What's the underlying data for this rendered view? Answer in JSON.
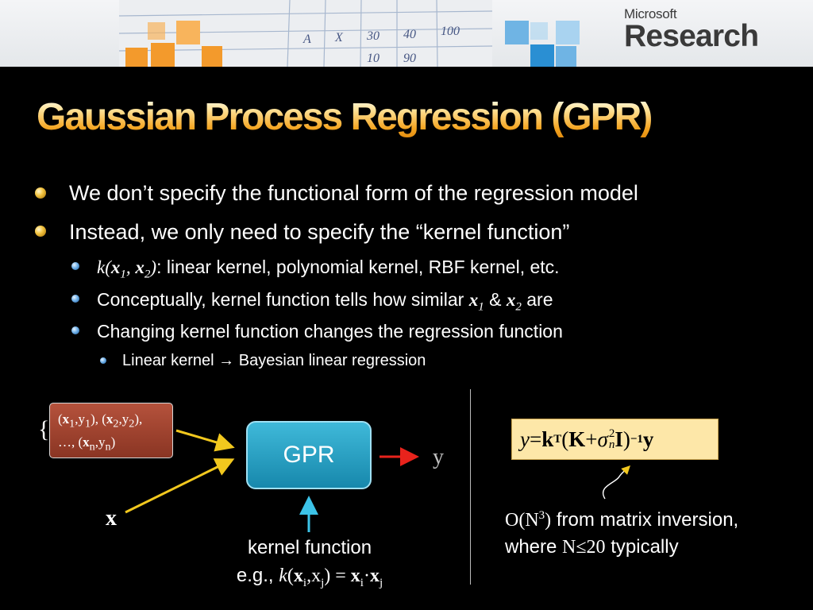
{
  "banner": {
    "logo_top": "Microsoft",
    "logo_bottom": "Research",
    "scribble": [
      "A",
      "X",
      "30",
      "40",
      "100",
      "10",
      "90"
    ]
  },
  "title": "Gaussian Process Regression (GPR)",
  "bullets": {
    "b1": "We don’t specify the functional form of the regression model",
    "b2": "Instead, we only need to specify the “kernel function”",
    "b3": {
      "k": "k",
      "open": "(",
      "x1": "x",
      "s1": "1",
      "sep": ", ",
      "x2": "x",
      "s2": "2",
      "close": ")",
      "rest": ": linear kernel, polynomial kernel, RBF kernel, etc."
    },
    "b4": {
      "lead": "Conceptually, kernel function tells how similar ",
      "x1": "x",
      "s1": "1",
      "amp": " & ",
      "x2": "x",
      "s2": "2",
      "tail": " are"
    },
    "b5": "Changing kernel function changes the regression function",
    "b6": "Linear kernel → Bayesian linear regression"
  },
  "diagram": {
    "data_points": {
      "line1_a": "(",
      "x1": "x",
      "s1": "1",
      "c1": ",y",
      "ys1": "1",
      "p1": "), (",
      "x2": "x",
      "s2": "2",
      "c2": ",y",
      "ys2": "2",
      "p2": "),",
      "line2_a": "…, (",
      "xn": "x",
      "sn": "n",
      "cn": ",y",
      "ysn": "n",
      "pn": ")"
    },
    "gpr_label": "GPR",
    "x_label": "x",
    "y_label": "y",
    "kernel_label": "kernel function",
    "kernel_eg": {
      "lead": "e.g., ",
      "k": "k",
      "open": "(",
      "xi": "x",
      "i1": "i",
      "comma": ",x",
      "j1": "j",
      "eq": ") = ",
      "xi2": "x",
      "i2": "i",
      "dot": "·",
      "xj2": "x",
      "j2": "j"
    }
  },
  "formula": {
    "y": "y",
    "eq": " = ",
    "k": "k",
    "T": "T",
    "open": " (",
    "K": "K",
    "plus": " + ",
    "sigma": "σ",
    "two": "2",
    "n": "n",
    "I": "I",
    "close": ")",
    "inv": "−1",
    "yb": " y"
  },
  "complexity": {
    "o": "O(N",
    "three": "3",
    "oc": ")",
    "line1": " from matrix inversion,",
    "where": "where ",
    "n_le": "N≤20",
    "typ": " typically"
  },
  "colors": {
    "title_gold": "#f5a623",
    "gpr_box": "#1f9dc2",
    "data_box": "#a0432f",
    "formula_bg": "#fde7a8",
    "arrow_yellow": "#f2c81e",
    "arrow_red": "#e8231c",
    "arrow_cyan": "#3cc3e8"
  }
}
